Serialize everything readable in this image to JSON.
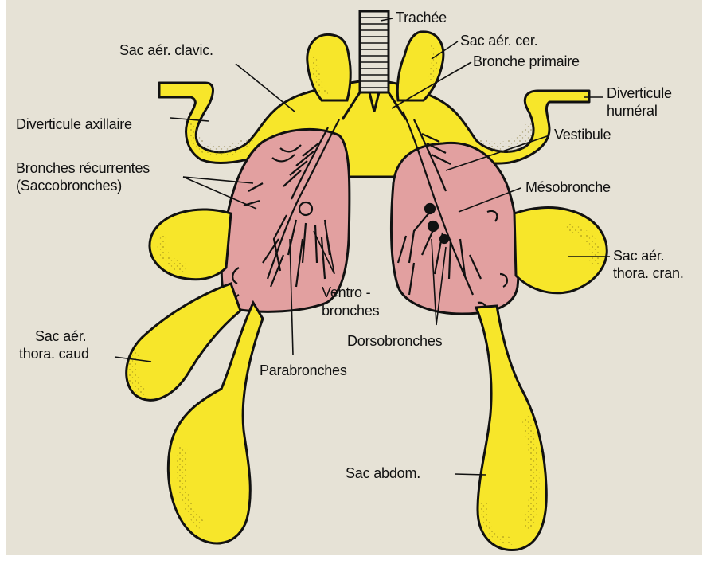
{
  "colors": {
    "background": "#e6e2d6",
    "air_sac": "#f7e62a",
    "lung": "#e2a0a0",
    "outline": "#111111"
  },
  "labels": {
    "trachea": "Trachée",
    "sac_cervical": "Sac aér. cer.",
    "bronche_primaire": "Bronche primaire",
    "sac_clavic": "Sac aér. clavic.",
    "div_humeral_1": "Diverticule",
    "div_humeral_2": "huméral",
    "div_axillaire": "Diverticule axillaire",
    "vestibule": "Vestibule",
    "bronches_rec_1": "Bronches récurrentes",
    "bronches_rec_2": "(Saccobronches)",
    "mesobronche": "Mésobronche",
    "sac_thora_cran_1": "Sac aér.",
    "sac_thora_cran_2": "thora. cran.",
    "ventro_1": "Ventro -",
    "ventro_2": "bronches",
    "sac_thora_caud_1": "Sac aér.",
    "sac_thora_caud_2": "thora. caud",
    "dorsobronches": "Dorsobronches",
    "parabronches": "Parabronches",
    "sac_abdom": "Sac abdom."
  }
}
